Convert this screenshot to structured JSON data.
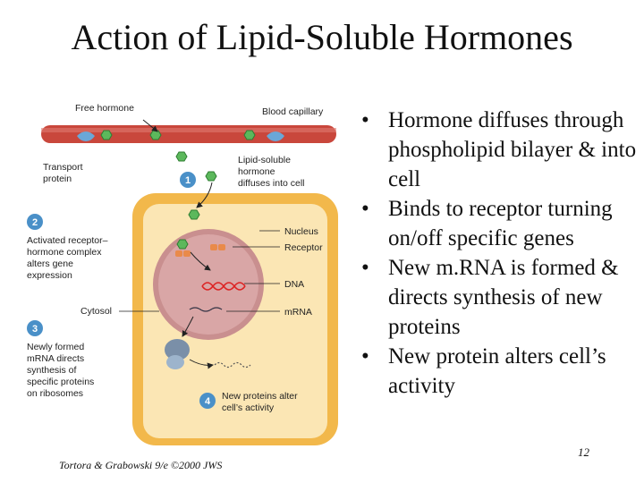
{
  "slide": {
    "title": "Action of Lipid-Soluble Hormones",
    "page_number": "12",
    "credit": "Tortora & Grabowski 9/e ©2000 JWS"
  },
  "bullets": [
    "Hormone diffuses through phospholipid bilayer & into cell",
    "Binds to receptor turning on/off specific genes",
    "New m.RNA is formed & directs synthesis of new proteins",
    "New protein alters cell’s activity"
  ],
  "diagram": {
    "labels": {
      "free_hormone": "Free hormone",
      "blood_capillary": "Blood capillary",
      "transport_protein_1": "Transport",
      "transport_protein_2": "protein",
      "lipid_1": "Lipid-soluble",
      "lipid_2": "hormone",
      "lipid_3": "diffuses into cell",
      "step2_1": "Activated receptor–",
      "step2_2": "hormone complex",
      "step2_3": "alters gene",
      "step2_4": "expression",
      "nucleus": "Nucleus",
      "receptor": "Receptor",
      "cytosol": "Cytosol",
      "dna": "DNA",
      "mrna": "mRNA",
      "step3_1": "Newly formed",
      "step3_2": "mRNA directs",
      "step3_3": "synthesis of",
      "step3_4": "specific proteins",
      "step3_5": "on ribosomes",
      "step4_1": "New proteins alter",
      "step4_2": "cell’s activity"
    },
    "step_numbers": [
      "1",
      "2",
      "3",
      "4"
    ],
    "colors": {
      "capillary": "#c9473c",
      "cell_border": "#f2b84b",
      "cytoplasm": "#fbe6b4",
      "nucleus": "#c98f8f",
      "hormone": "#5cb85c",
      "step_badge": "#4a90c8"
    }
  }
}
